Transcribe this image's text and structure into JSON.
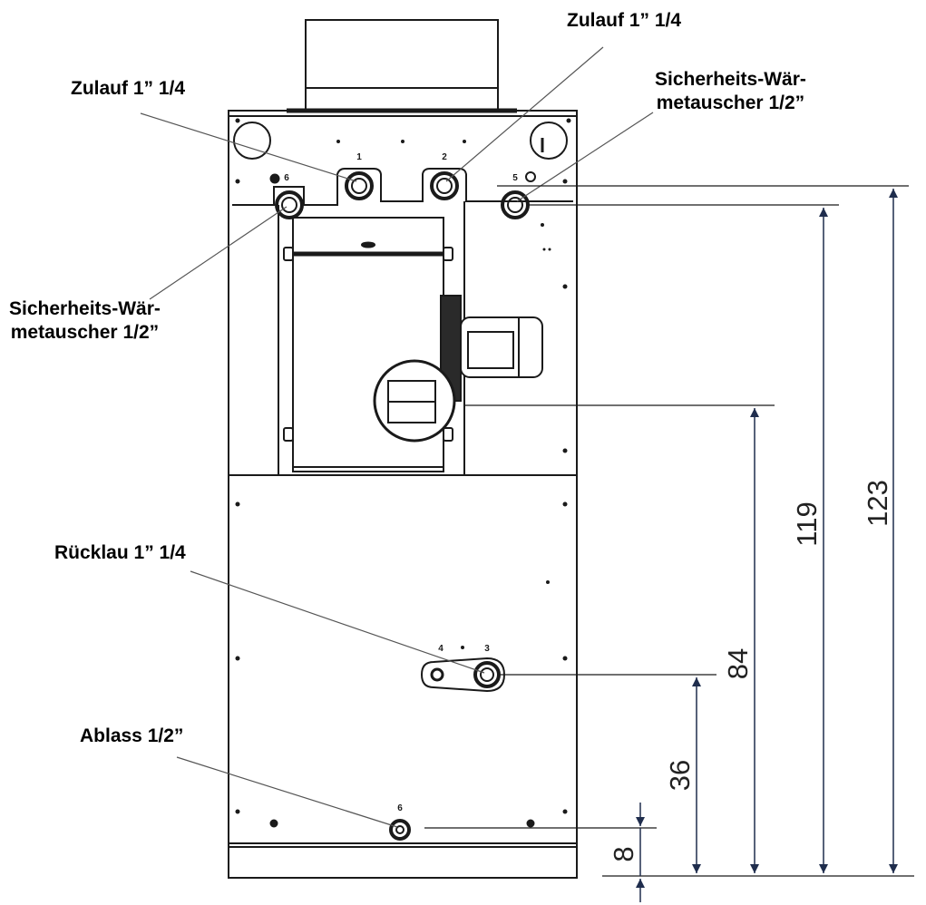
{
  "labels": {
    "zulauf_left": "Zulauf 1” 1/4",
    "zulauf_right": "Zulauf 1” 1/4",
    "safety_left_line1": "Sicherheits-Wär-",
    "safety_left_line2": "metauscher 1/2”",
    "safety_right_line1": "Sicherheits-Wär-",
    "safety_right_line2": "metauscher 1/2”",
    "ruecklauf": "Rücklau 1” 1/4",
    "ablass": "Ablass 1/2”"
  },
  "port_numbers": {
    "p1": "1",
    "p2": "2",
    "p3": "3",
    "p4": "4",
    "p5": "5",
    "p6": "6",
    "p7": "6"
  },
  "dimensions": {
    "d123": "123",
    "d119": "119",
    "d84": "84",
    "d36": "36",
    "d8": "8"
  },
  "colors": {
    "line": "#1a1a1a",
    "arrow": "#1f2d4d",
    "leader": "#555555",
    "pad": "#2a2a2a"
  }
}
